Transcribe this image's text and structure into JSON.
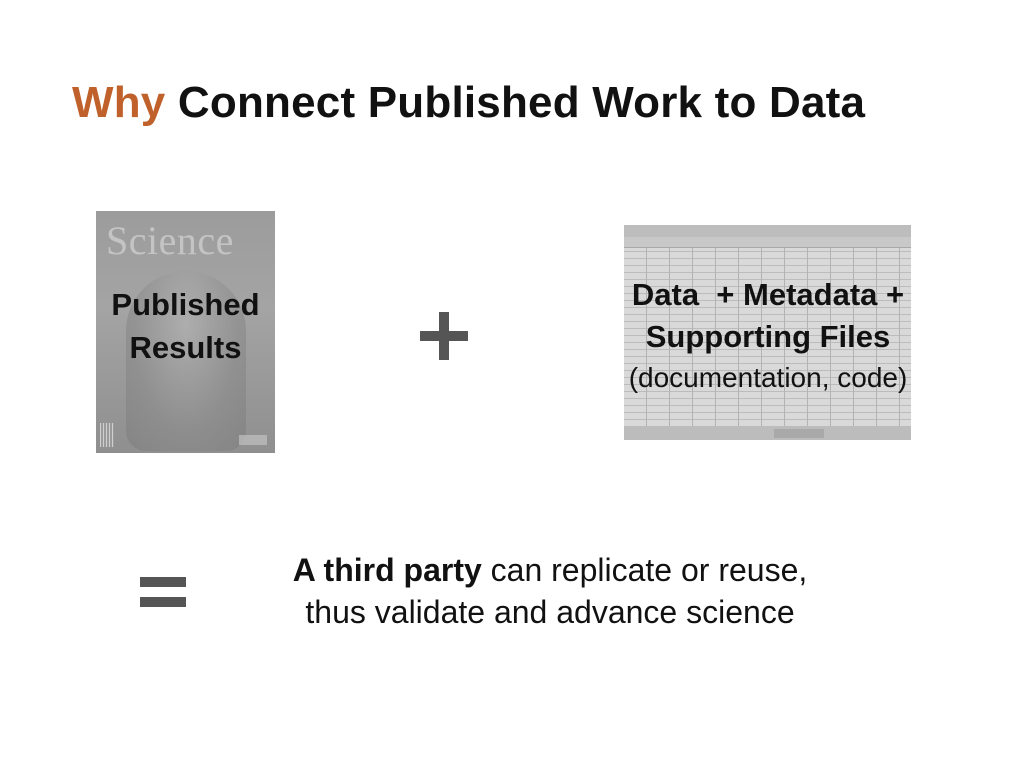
{
  "title": {
    "accent": "Why",
    "rest": "Connect Published Work to Data"
  },
  "left_panel": {
    "image_icon": "science-journal-cover-icon",
    "cover_masthead": "Science",
    "label_line1": "Published",
    "label_line2": "Results"
  },
  "operator_plus": "plus-sign-icon",
  "right_panel": {
    "image_icon": "spreadsheet-screenshot-icon",
    "label_line1": "Data  + Metadata +",
    "label_line2": "Supporting Files",
    "label_line3": "(documentation, code)"
  },
  "operator_equals": "equals-sign-icon",
  "conclusion": {
    "emphasis": "A third party",
    "line1_rest": " can replicate or reuse,",
    "line2": "thus validate and advance science"
  },
  "colors": {
    "accent": "#c0612b",
    "text": "#111111",
    "operator": "#555555"
  }
}
